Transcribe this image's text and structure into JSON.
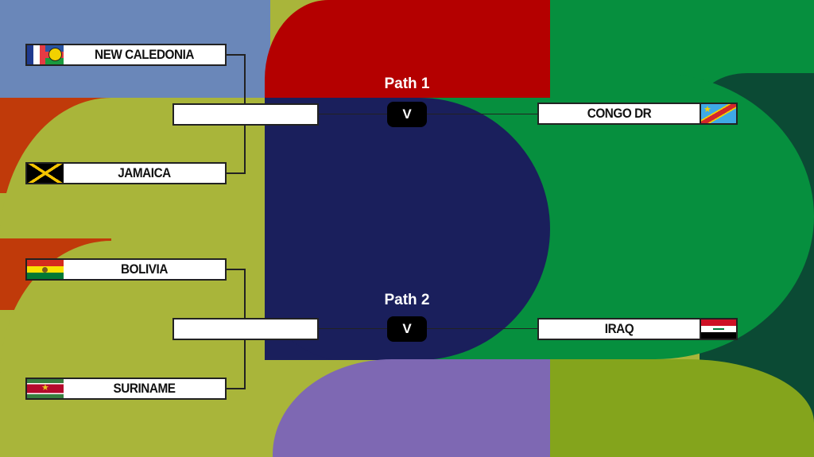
{
  "paths": [
    {
      "label": "Path 1",
      "vs": "V",
      "team_a": "NEW CALEDONIA",
      "team_b": "JAMAICA",
      "winner": "",
      "opponent": "CONGO DR"
    },
    {
      "label": "Path 2",
      "vs": "V",
      "team_a": "BOLIVIA",
      "team_b": "SURINAME",
      "winner": "",
      "opponent": "IRAQ"
    }
  ],
  "colors": {
    "blue": "#6a87b9",
    "red": "#b40000",
    "olive": "#a9b53a",
    "orange": "#c03a0a",
    "navy": "#1a1f5c",
    "green": "#068f3e",
    "dark_green": "#0b4a34",
    "purple": "#7e68b3",
    "lime": "#84a41c"
  }
}
